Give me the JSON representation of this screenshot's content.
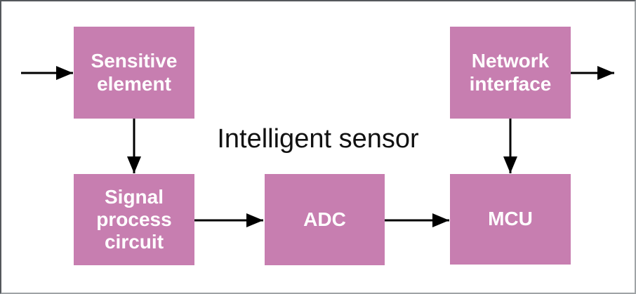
{
  "diagram": {
    "title": "Intelligent sensor",
    "blocks": [
      {
        "label": "Sensitive element"
      },
      {
        "label": "Network interface"
      },
      {
        "label": "Signal process circuit"
      },
      {
        "label": "ADC"
      },
      {
        "label": "MCU"
      }
    ],
    "arrows": [
      {
        "name": "input-to-sensitive-element",
        "from": "external input",
        "to": "Sensitive element"
      },
      {
        "name": "sensitive-element-to-signal-process-circuit",
        "from": "Sensitive element",
        "to": "Signal process circuit"
      },
      {
        "name": "signal-process-circuit-to-adc",
        "from": "Signal process circuit",
        "to": "ADC"
      },
      {
        "name": "adc-to-mcu",
        "from": "ADC",
        "to": "MCU"
      },
      {
        "name": "network-interface-to-mcu",
        "from": "Network interface",
        "to": "MCU"
      },
      {
        "name": "network-interface-to-output",
        "from": "Network interface",
        "to": "external output"
      }
    ],
    "colors": {
      "block_fill": "#c77eb0",
      "block_text": "#ffffff",
      "arrow": "#000000",
      "title_text": "#111111",
      "background": "#ffffff",
      "border_dark": "#54585c",
      "border_light": "#9fa3a6"
    }
  }
}
